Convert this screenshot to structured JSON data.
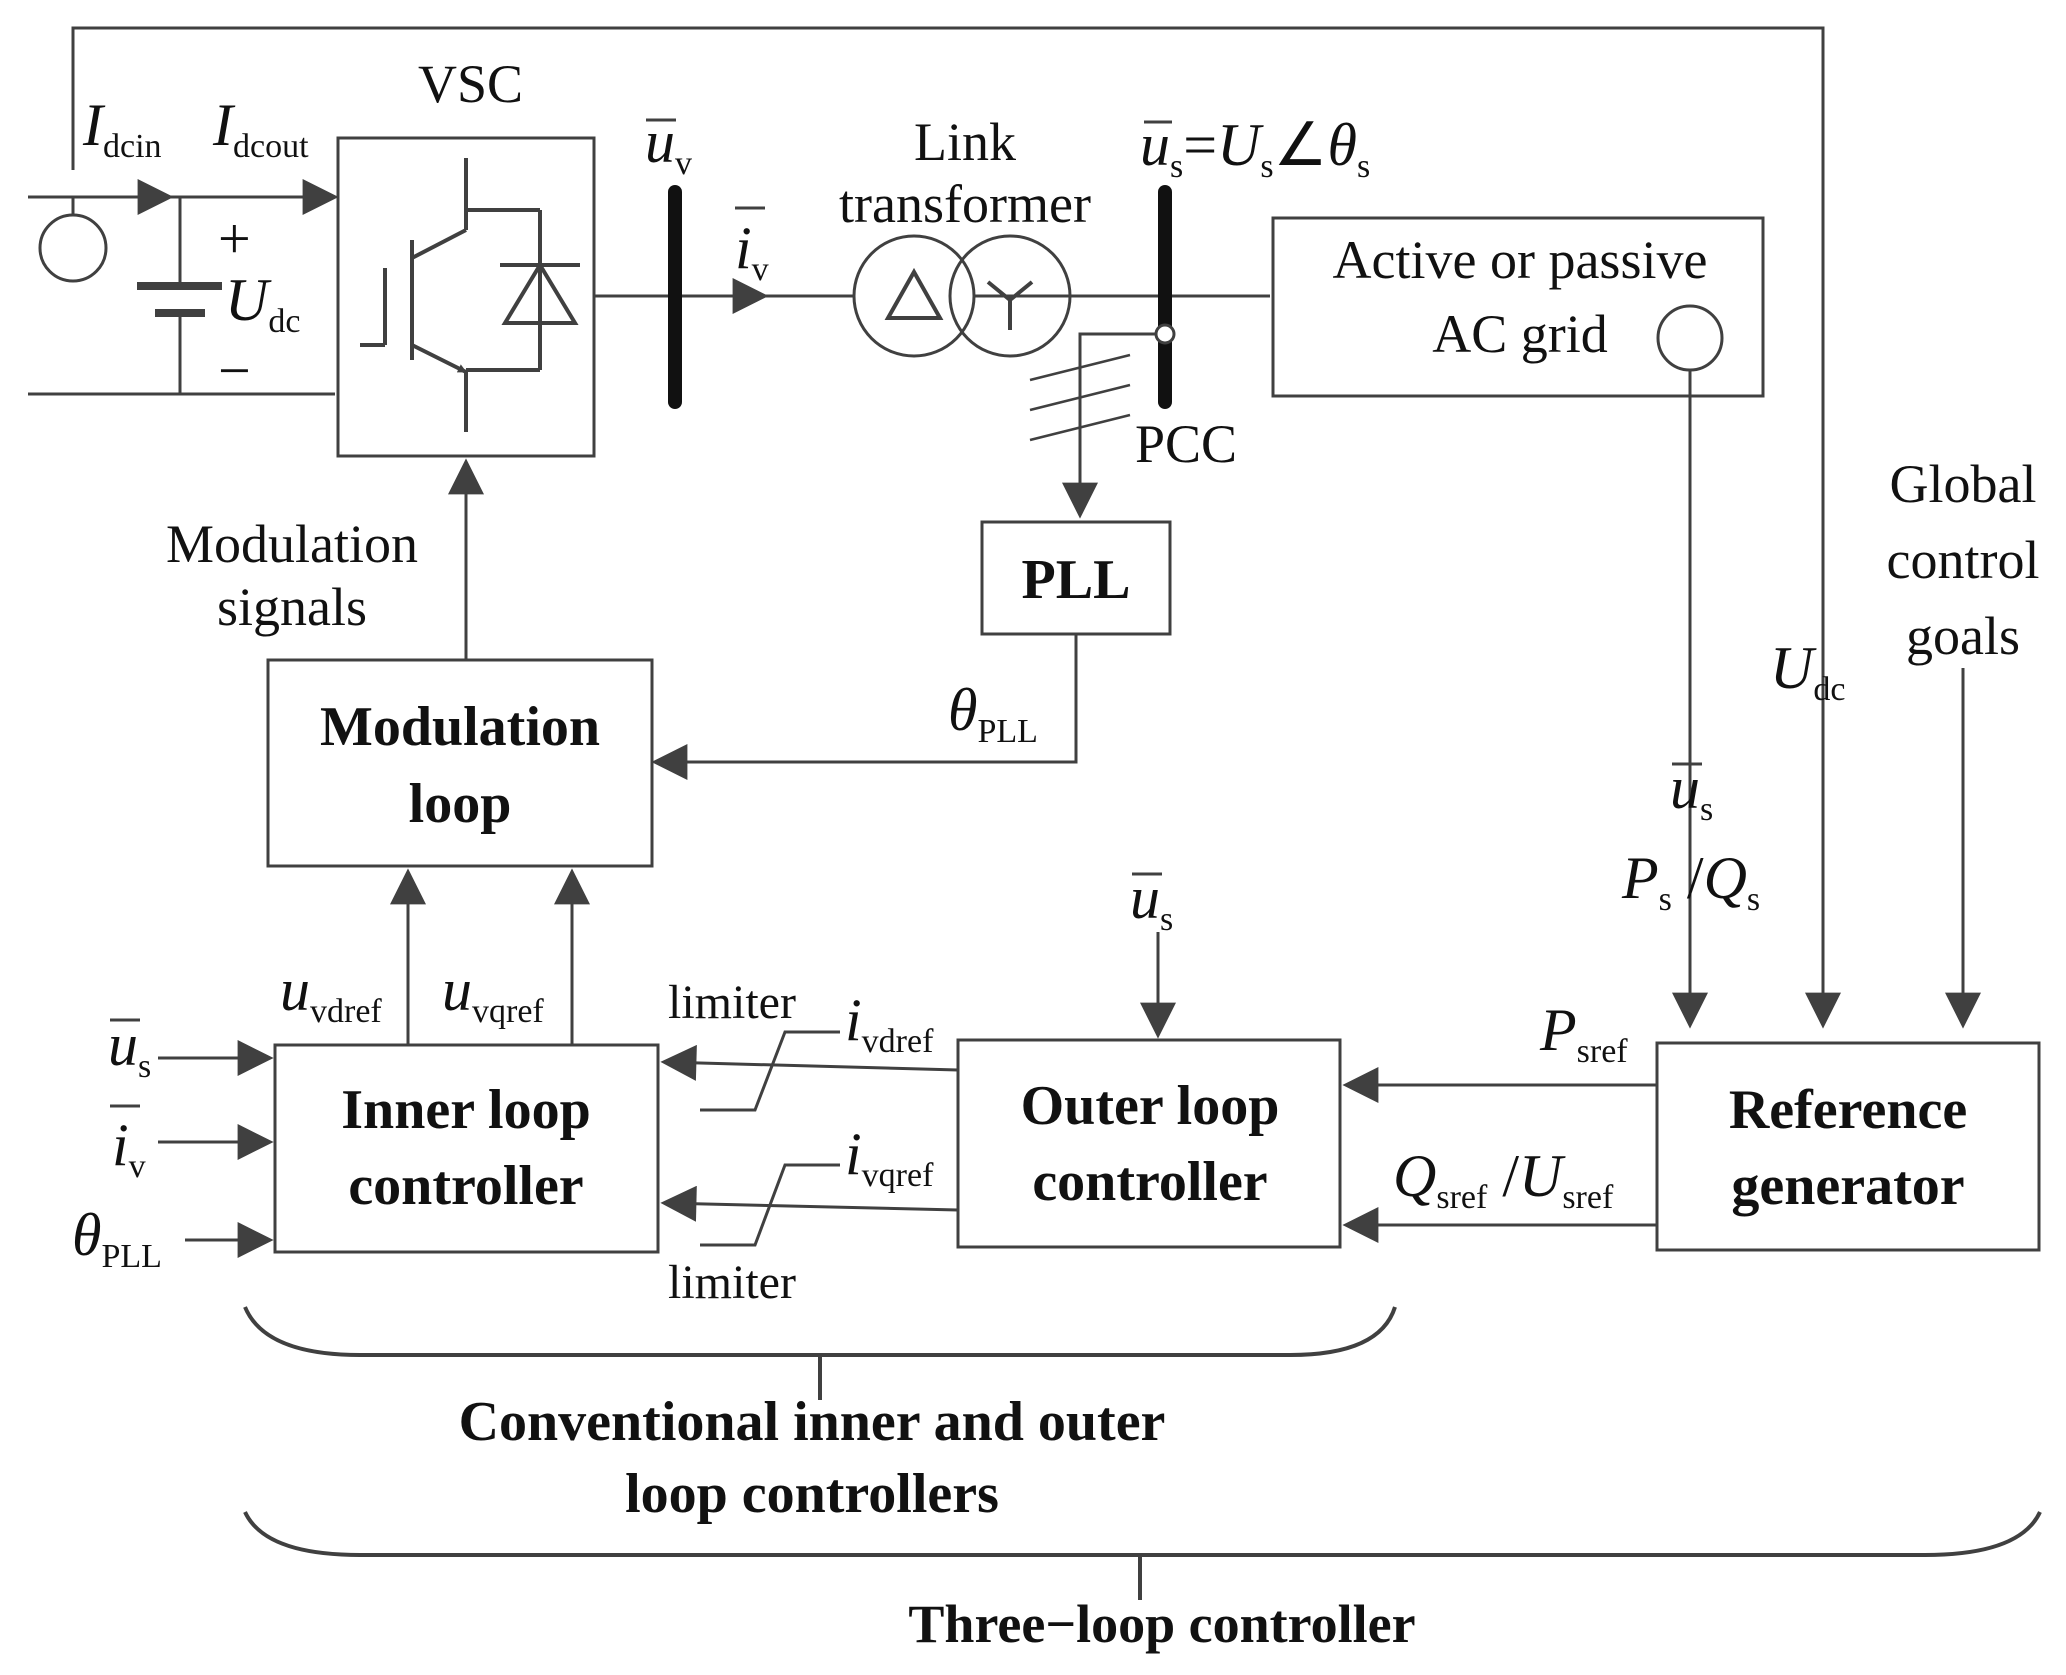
{
  "vsc": {
    "title": "VSC"
  },
  "dc_side": {
    "idcin": {
      "main": "I",
      "sub": "dcin"
    },
    "idcout": {
      "main": "I",
      "sub": "dcout"
    },
    "plus": "+",
    "minus": "−",
    "udc": {
      "main": "U",
      "sub": "dc"
    }
  },
  "ac_side": {
    "uv": {
      "main": "u",
      "sub": "v"
    },
    "iv": {
      "main": "i",
      "sub": "v"
    },
    "link_transformer": [
      "Link",
      "transformer"
    ],
    "us_eq": {
      "main": "u",
      "sub": "s",
      "rhs_main": "U",
      "rhs_sub": "s",
      "angle": "∠",
      "theta": "θ",
      "theta_sub": "s",
      "eq": "="
    },
    "pcc": "PCC",
    "grid_box": [
      "Active or passive",
      "AC grid"
    ]
  },
  "blocks": {
    "pll": "PLL",
    "modulation_loop": [
      "Modulation",
      "loop"
    ],
    "inner_loop": [
      "Inner loop",
      "controller"
    ],
    "outer_loop": [
      "Outer loop",
      "controller"
    ],
    "reference_generator": [
      "Reference",
      "generator"
    ]
  },
  "signals": {
    "modulation_signals": [
      "Modulation",
      "signals"
    ],
    "theta_pll_top": {
      "main": "θ",
      "sub": "PLL"
    },
    "uvdref": {
      "main": "u",
      "sub": "vdref"
    },
    "uvqref": {
      "main": "u",
      "sub": "vqref"
    },
    "limiter_top": "limiter",
    "limiter_bottom": "limiter",
    "ivdref": {
      "main": "i",
      "sub": "vdref"
    },
    "ivqref": {
      "main": "i",
      "sub": "vqref"
    },
    "us_outer": {
      "main": "u",
      "sub": "s"
    },
    "us_left": {
      "main": "u",
      "sub": "s"
    },
    "iv_left": {
      "main": "i",
      "sub": "v"
    },
    "theta_pll_left": {
      "main": "θ",
      "sub": "PLL"
    },
    "psref": {
      "main": "P",
      "sub": "sref"
    },
    "qsref_usref": {
      "main1": "Q",
      "sub1": "sref",
      "sep": " /",
      "main2": "U",
      "sub2": "sref"
    },
    "us_right": {
      "main": "u",
      "sub": "s"
    },
    "ps_qs": {
      "main1": "P",
      "sub1": "s",
      "sep": " /",
      "main2": "Q",
      "sub2": "s"
    },
    "udc_right": {
      "main": "U",
      "sub": "dc"
    },
    "global_goals": [
      "Global",
      "control",
      "goals"
    ]
  },
  "braces": {
    "conventional": [
      "Conventional inner and outer",
      "loop controllers"
    ],
    "three_loop": "Three−loop controller"
  }
}
